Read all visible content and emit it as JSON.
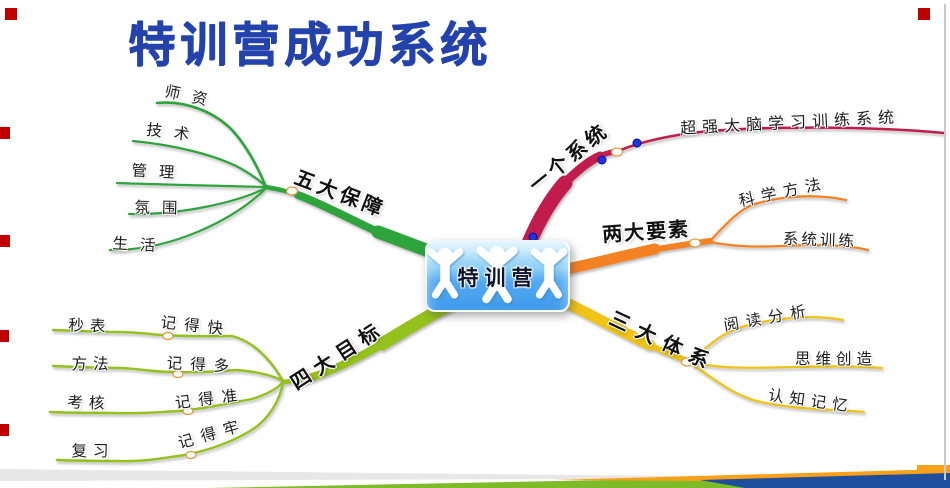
{
  "header": {
    "title": "特训营成功系统",
    "title_color": "#2442AB"
  },
  "mindmap": {
    "center": {
      "label": "特训营",
      "box_color_top": "#C4EAFB",
      "box_color_bottom": "#3E9BEC"
    },
    "branches": [
      {
        "label": "一个系统",
        "color": "#C11F4D",
        "children": [
          {
            "label": "超强大脑学习训练系统"
          }
        ]
      },
      {
        "label": "两大要素",
        "color": "#F58220",
        "children": [
          {
            "label": "科学方法"
          },
          {
            "label": "系统训练"
          }
        ]
      },
      {
        "label": "三大体系",
        "color": "#EFC412",
        "children": [
          {
            "label": "阅读分析"
          },
          {
            "label": "思维创造"
          },
          {
            "label": "认知记忆"
          }
        ]
      },
      {
        "label": "四大目标",
        "color": "#94C11E",
        "children": [
          {
            "label": "记得快",
            "children": [
              {
                "label": "秒表"
              }
            ]
          },
          {
            "label": "记得多",
            "children": [
              {
                "label": "方法"
              }
            ]
          },
          {
            "label": "记得准",
            "children": [
              {
                "label": "考核"
              }
            ]
          },
          {
            "label": "记得牢",
            "children": [
              {
                "label": "复习"
              }
            ]
          }
        ]
      },
      {
        "label": "五大保障",
        "color": "#2FA43C",
        "children": [
          {
            "label": "师资"
          },
          {
            "label": "技术"
          },
          {
            "label": "管理"
          },
          {
            "label": "氛围"
          },
          {
            "label": "生活"
          }
        ]
      }
    ],
    "marker_colors": {
      "bead_fill": "#FFFFFF",
      "bead_rim": "#DE9A3E",
      "dot_blue": "#2233DD"
    }
  },
  "decorations": {
    "corner_marks_color": "#C00000",
    "edge_line_color": "#C9C9C9",
    "swoosh": {
      "gray": "#E7E7E7",
      "green": "#7DBB28",
      "orange": "#F9A01B",
      "blue": "#1F4E9C"
    }
  }
}
